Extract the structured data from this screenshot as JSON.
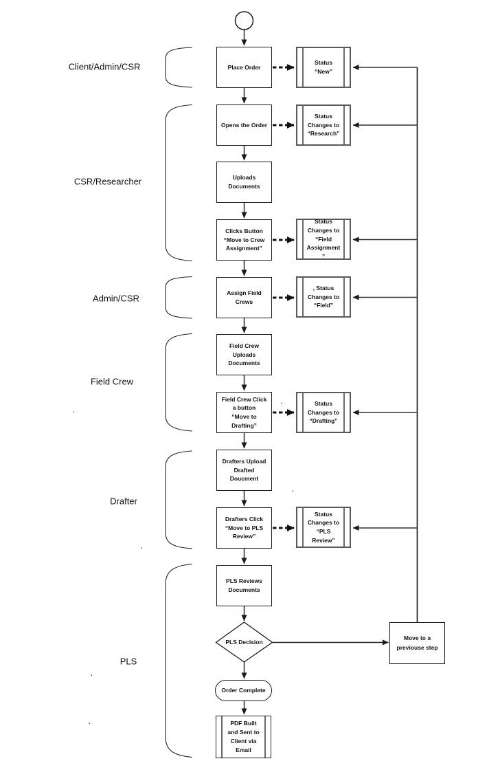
{
  "lanes": [
    {
      "label": "Client/Admin/CSR"
    },
    {
      "label": "CSR/Researcher"
    },
    {
      "label": "Admin/CSR"
    },
    {
      "label": "Field Crew"
    },
    {
      "label": "Drafter"
    },
    {
      "label": "PLS"
    }
  ],
  "steps": [
    {
      "label": "Place Order"
    },
    {
      "label": "Opens the Order"
    },
    {
      "label": "Uploads\nDocuments"
    },
    {
      "label": "Clicks Button\n“Move to Crew\nAssignment”"
    },
    {
      "label": "Assign Field\nCrews"
    },
    {
      "label": "Field Crew\nUploads\nDocuments"
    },
    {
      "label": "Field Crew Click\na button\n“Move to\nDrafting”"
    },
    {
      "label": "Drafters Upload\nDrafted\nDoucment"
    },
    {
      "label": "Drafters Click\n“Move to PLS\nReview”"
    },
    {
      "label": "PLS Reviews\nDocuments"
    }
  ],
  "statuses": [
    {
      "label": "Status\n“New”"
    },
    {
      "label": "Status\nChanges to\n“Research”"
    },
    {
      "label": "Status\nChanges to\n“Field\nAssignment\n”"
    },
    {
      "label": ", Status\nChanges to\n“Field”"
    },
    {
      "label": "Status\nChanges to\n“Drafting”"
    },
    {
      "label": "Status\nChanges to\n“PLS\nReview”"
    }
  ],
  "decision": {
    "label": "PLS Decision"
  },
  "terminator": {
    "label": "Order Complete"
  },
  "final_step": {
    "label": "PDF Built\nand Sent to\nClient via\nEmail"
  },
  "move_back": {
    "label": "Move to a\npreviouse step"
  },
  "stray_marks": [
    ".",
    ".",
    ".",
    ".",
    ".",
    "."
  ],
  "colors": {
    "background": "#ffffff",
    "box_border": "#1a1a1a",
    "status_border": "#595959",
    "connector": "#303030",
    "text": "#111111"
  }
}
